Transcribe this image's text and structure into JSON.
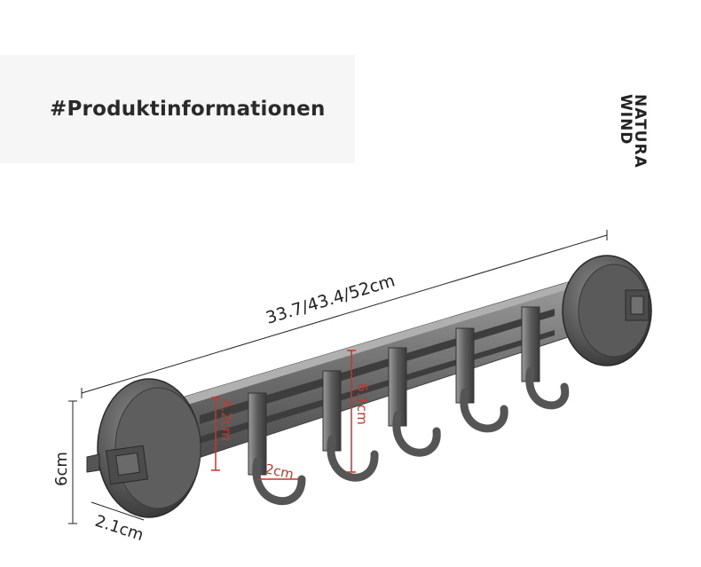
{
  "section": {
    "heading": "#Produktinformationen"
  },
  "brand": {
    "line1": "NATURA",
    "line2": "WIND"
  },
  "dimensions": {
    "length": "33.7/43.4/52cm",
    "height": "6cm",
    "depth": "2.1cm",
    "hook_height": "4.2cm",
    "hook_total": "6.1cm",
    "hook_width": "2cm"
  },
  "product": {
    "hook_count": 5,
    "color": "#6b6b6b"
  }
}
